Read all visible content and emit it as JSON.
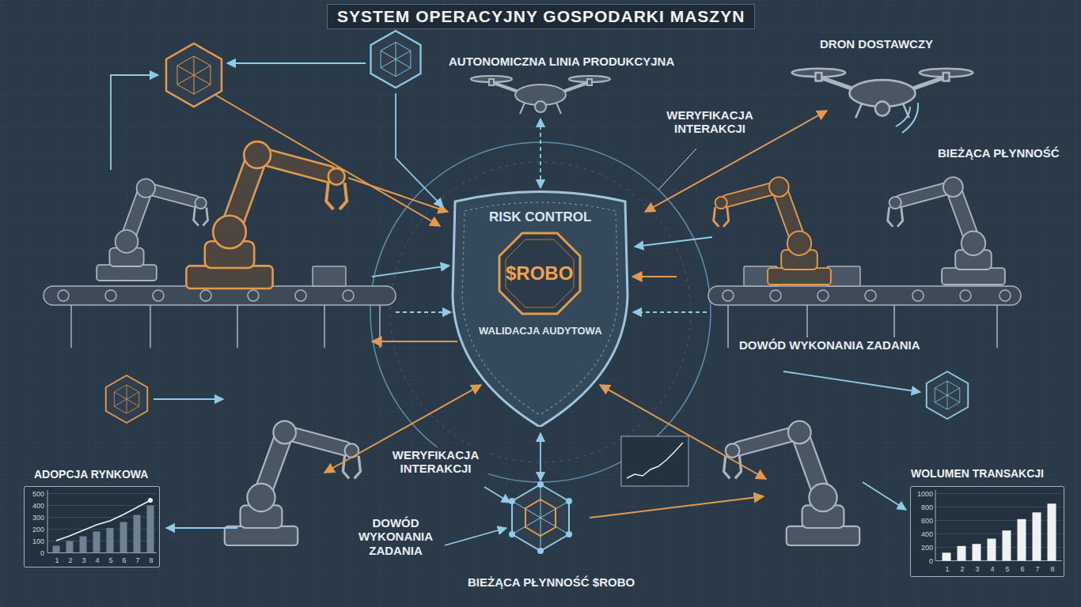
{
  "diagram": {
    "title": "SYSTEM OPERACYJNY GOSPODARKI MASZYN",
    "nodes": [
      {
        "text": [
          "RISK CONTROL",
          "WALIDACJA AUDYTOWA"
        ]
      },
      {
        "text": [
          "$ROBO"
        ],
        "in": 0
      },
      {
        "text": [
          "ADOPCJA RYNKOWA"
        ]
      },
      {
        "text": [
          "WOLUMEN TRANSAKCJI"
        ]
      }
    ],
    "labels": [
      "AUTONOMICZNA LINIA PRODUKCYJNA",
      "DRON DOSTAWCZY",
      "WERYFIKACJA INTERAKCJI",
      "BIEŻĄCA PŁYNNOŚĆ",
      "DOWÓD WYKONANIA ZADANIA",
      "WERYFIKACJA INTERAKCJI",
      "DOWÓD WYKONANIA ZADANIA",
      "BIEŻĄCA PŁYNNOŚĆ $ROBO",
      "500",
      "400",
      "300",
      "200",
      "100",
      "0",
      "1",
      "2",
      "3",
      "4",
      "5",
      "6",
      "7",
      "8",
      "1000",
      "800",
      "600",
      "400",
      "200",
      "0",
      "1",
      "2",
      "3",
      "4",
      "5",
      "6",
      "7",
      "8"
    ]
  }
}
